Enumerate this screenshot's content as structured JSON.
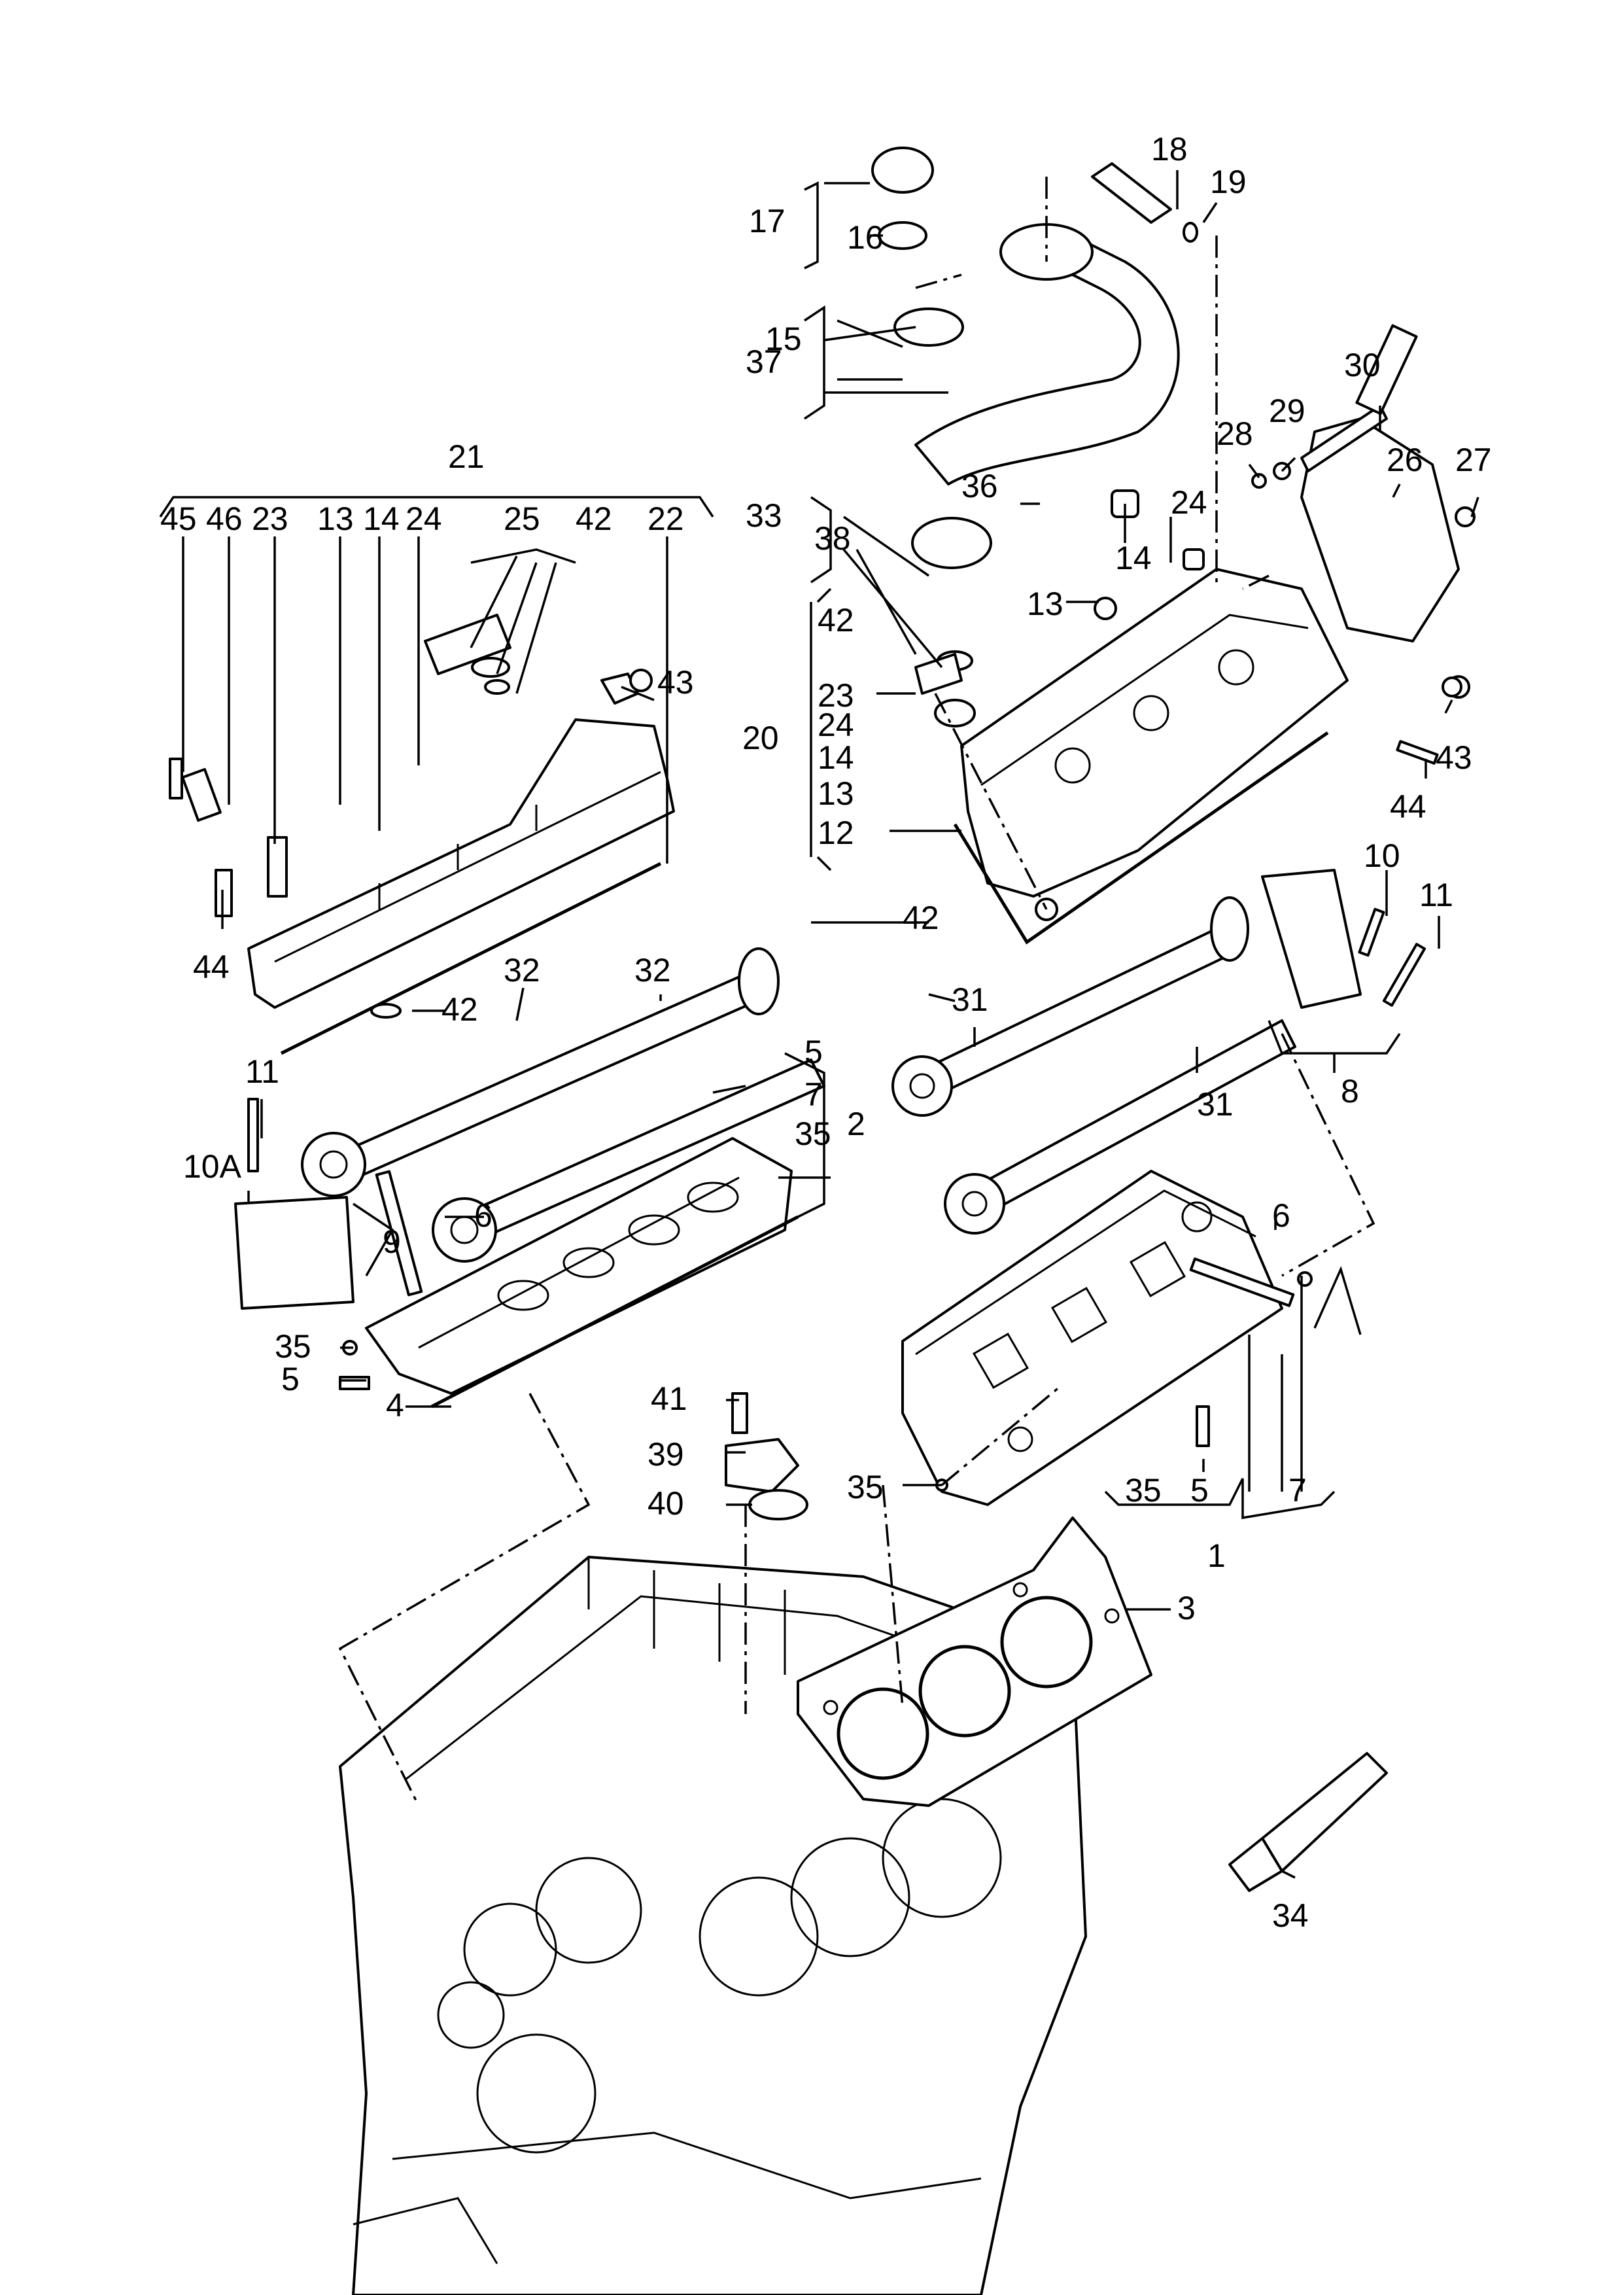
{
  "labels": {
    "l1": "1",
    "l2": "2",
    "l3": "3",
    "l4": "4",
    "l5a": "5",
    "l5b": "5",
    "l5c": "5",
    "l6a": "6",
    "l6b": "6",
    "l7a": "7",
    "l7b": "7",
    "l8": "8",
    "l9": "9",
    "l10": "10",
    "l10A": "10A",
    "l11a": "11",
    "l11b": "11",
    "l12": "12",
    "l13a": "13",
    "l13b": "13",
    "l13c": "13",
    "l14a": "14",
    "l14b": "14",
    "l14c": "14",
    "l15": "15",
    "l16": "16",
    "l17": "17",
    "l18": "18",
    "l19": "19",
    "l20": "20",
    "l21": "21",
    "l22": "22",
    "l23a": "23",
    "l23b": "23",
    "l24a": "24",
    "l24b": "24",
    "l24c": "24",
    "l25": "25",
    "l26": "26",
    "l27": "27",
    "l28": "28",
    "l29": "29",
    "l30": "30",
    "l31a": "31",
    "l31b": "31",
    "l32a": "32",
    "l32b": "32",
    "l33": "33",
    "l34": "34",
    "l35a": "35",
    "l35b": "35",
    "l35c": "35",
    "l35d": "35",
    "l36": "36",
    "l37": "37",
    "l38": "38",
    "l39": "39",
    "l40": "40",
    "l41": "41",
    "l42a": "42",
    "l42b": "42",
    "l42c": "42",
    "l42d": "42",
    "l43a": "43",
    "l43b": "43",
    "l44a": "44",
    "l44b": "44",
    "l45": "45",
    "l46": "46"
  }
}
